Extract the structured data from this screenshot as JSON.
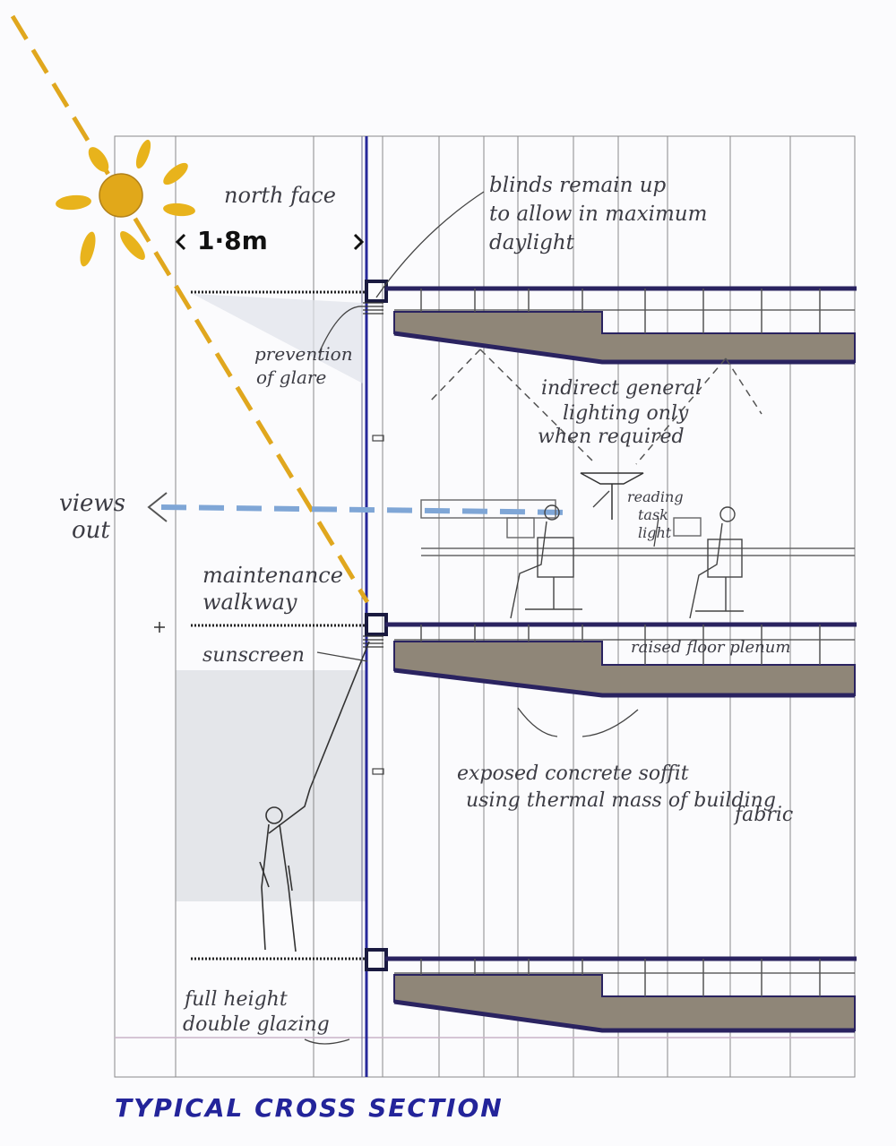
{
  "title": "TYPICAL CROSS SECTION",
  "labels": {
    "north_face": "north face",
    "dimension": "1·8m",
    "blinds": [
      "blinds remain up",
      "to allow in maximum",
      "daylight"
    ],
    "glare": [
      "prevention",
      "of glare"
    ],
    "lighting": [
      "indirect general",
      "lighting only",
      "when required"
    ],
    "views": [
      "views",
      "out"
    ],
    "reading": [
      "reading",
      "task",
      "light"
    ],
    "walkway": [
      "maintenance",
      "walkway"
    ],
    "sunscreen": "sunscreen",
    "plenum": "raised floor plenum",
    "soffit": [
      "exposed concrete soffit",
      "using thermal mass of building",
      "fabric"
    ],
    "glazing": [
      "full height",
      "double glazing"
    ]
  },
  "colors": {
    "sun": "#e8b31c",
    "sun_center": "#e1a81a",
    "sun_ray": "#d8a43a",
    "slab": "#8f8678",
    "slab_edge": "#2a2360",
    "facade": "#27289a",
    "views_arrow": "#7fa6d6",
    "title": "#23249a",
    "grid": "#8a8a8a",
    "shade": "#e3e5ea"
  }
}
